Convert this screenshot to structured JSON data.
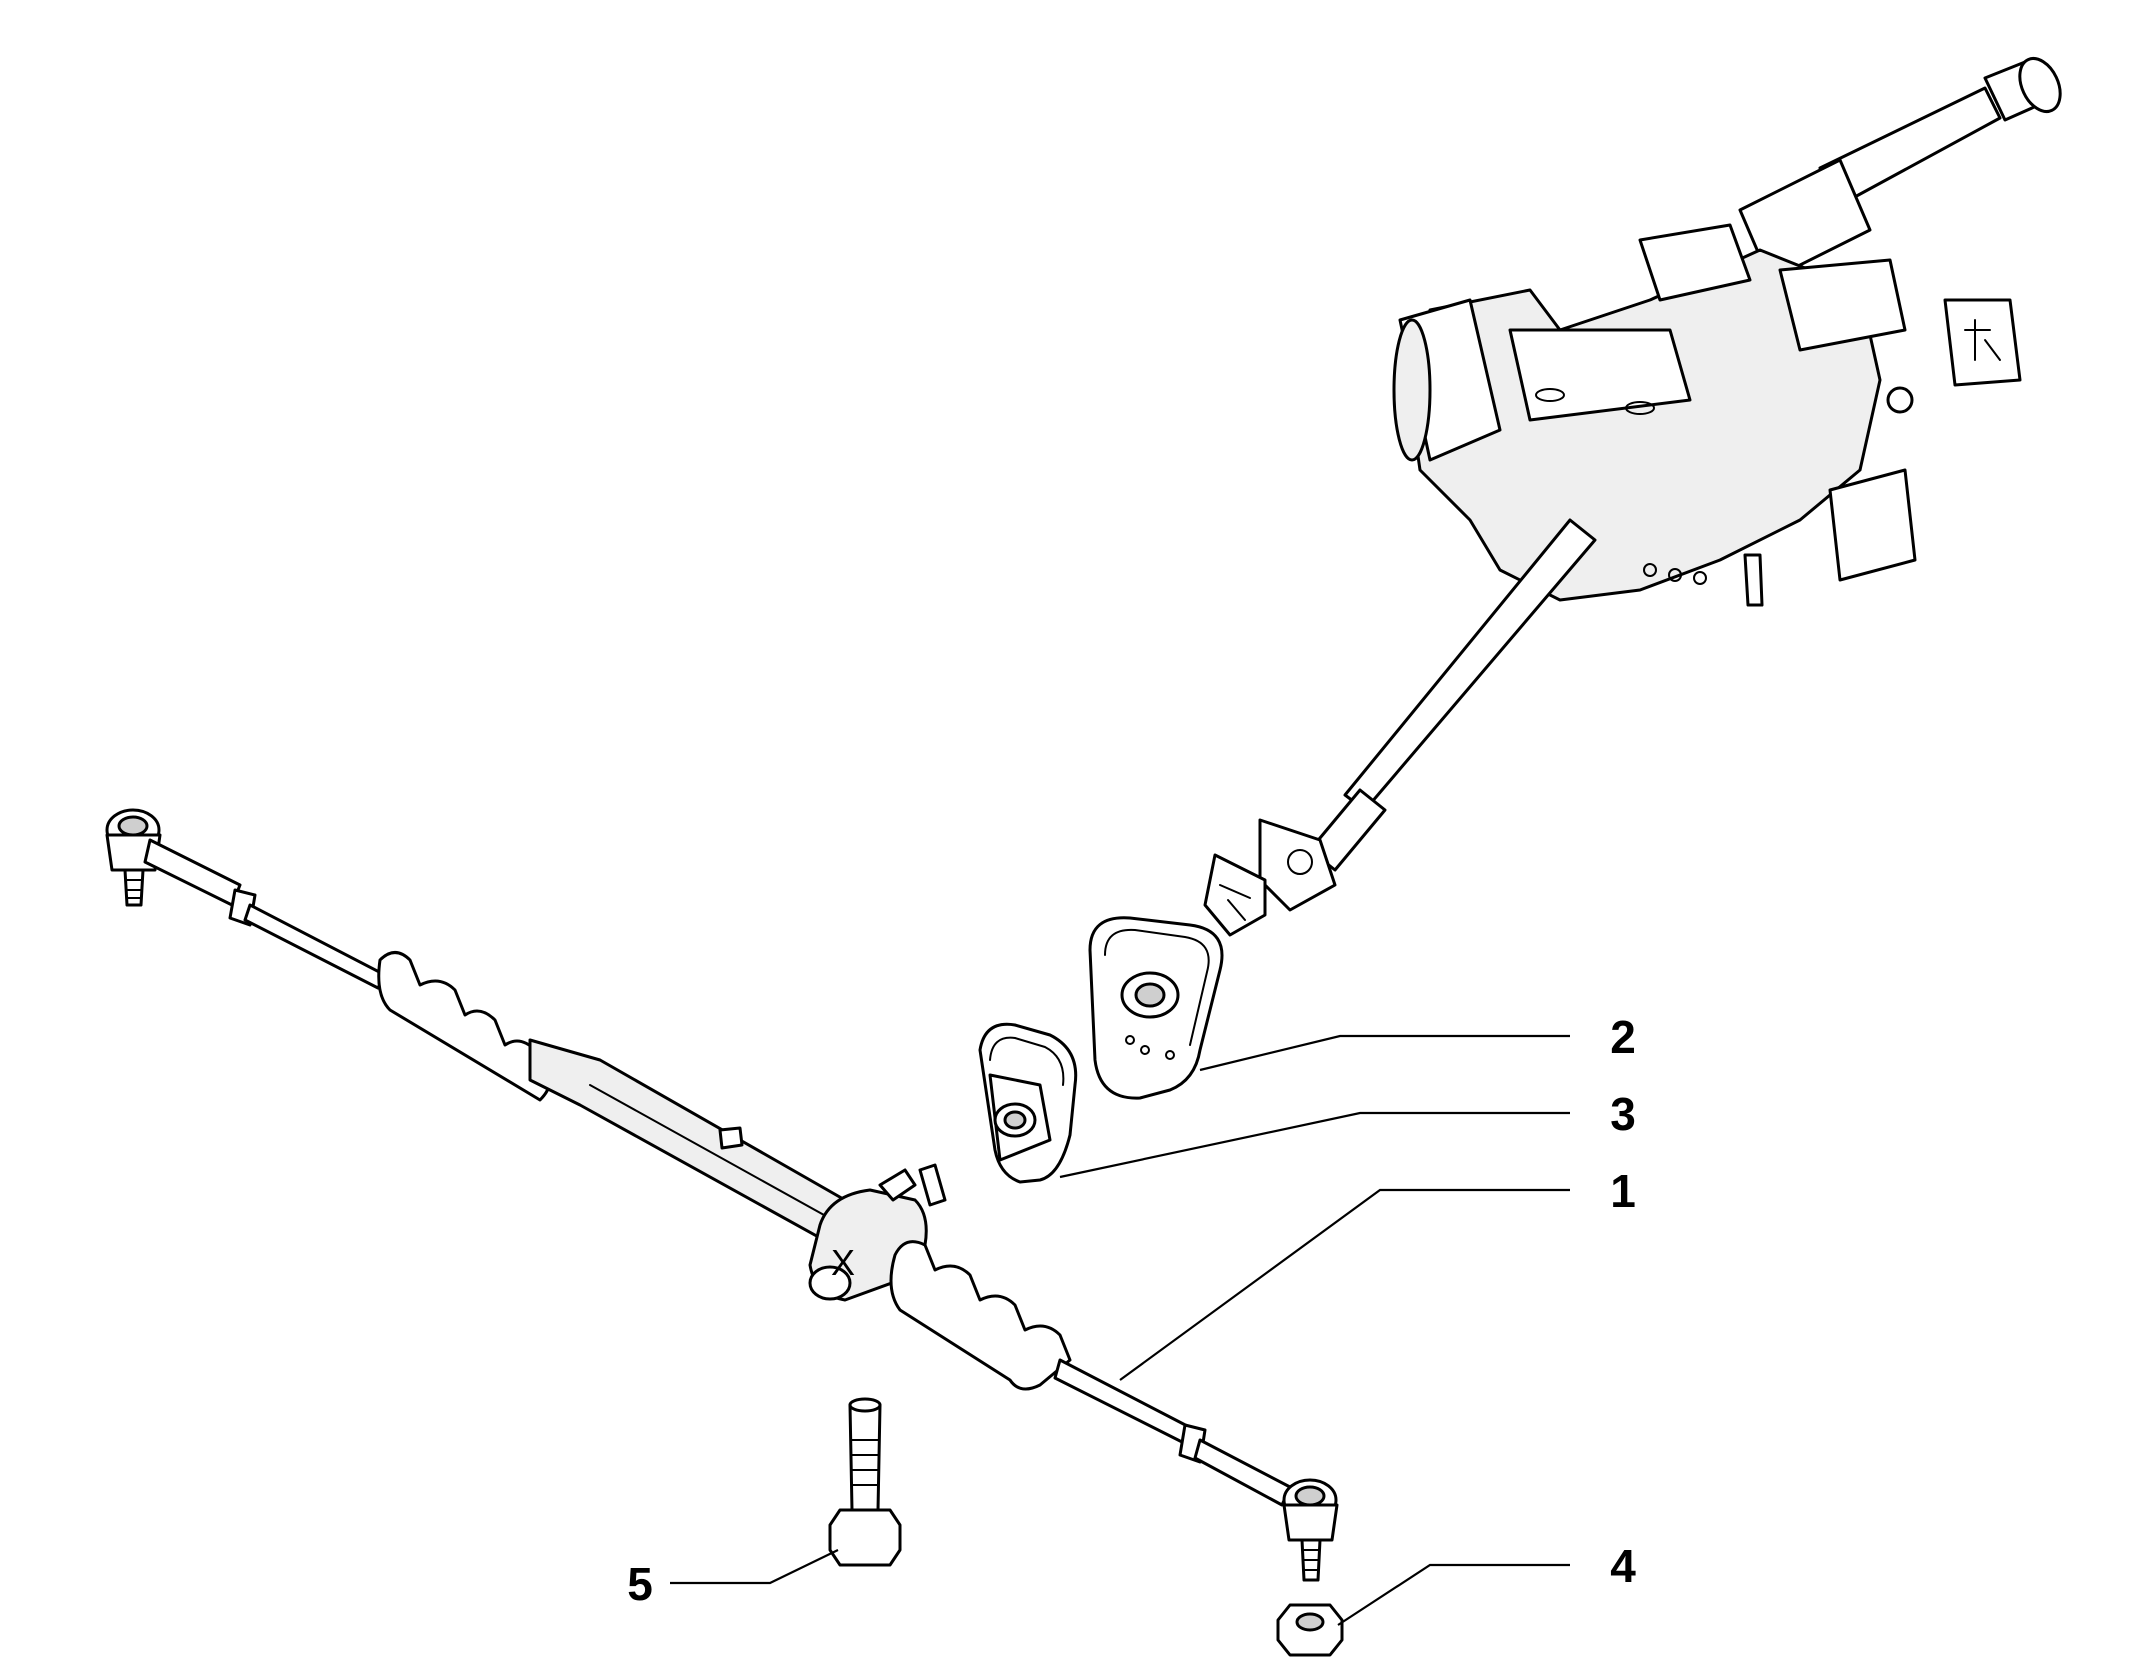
{
  "diagram": {
    "callouts": [
      {
        "id": "1",
        "label": "1"
      },
      {
        "id": "2",
        "label": "2"
      },
      {
        "id": "3",
        "label": "3"
      },
      {
        "id": "4",
        "label": "4"
      },
      {
        "id": "5",
        "label": "5"
      }
    ],
    "pinion_mark": "X"
  }
}
